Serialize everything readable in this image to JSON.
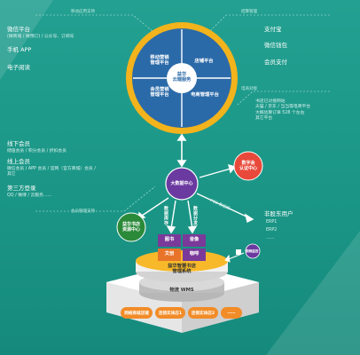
{
  "left_column": {
    "section_top_tag": "移动应用支持",
    "items": [
      {
        "title": "微信平台",
        "detail": "(微商城 / 微预订) / 公众号、订阅号"
      },
      {
        "title": "手机 APP",
        "detail": ""
      },
      {
        "title": "电子阅读",
        "detail": ""
      }
    ],
    "members": [
      {
        "title": "线下会员",
        "detail": "储值会员 / 积分会员 / 折扣会员"
      },
      {
        "title": "线上会员",
        "detail": "微信会员 / APP 会员 / 官网（官方商城）会员 / 其它"
      },
      {
        "title": "第三方登录",
        "detail": "QQ / 微博 / 云服务……"
      }
    ],
    "section_bottom_tag": "会员管理支持"
  },
  "right_column": {
    "pay_tag": "结算管理",
    "pay_items": [
      "支付宝",
      "微信钱包",
      "会员支付"
    ],
    "ecommerce_tag": "电商对接",
    "ecommerce_detail": "书店已对接网站\n天猫 / 京东 / 当当等电商平台\n大概估算订单 528 个左右\n其它平台",
    "erp_title": "非股东用户",
    "erp_items": [
      "ERP1",
      "ERP2",
      "……"
    ]
  },
  "main_circle": {
    "center": "益华\n云端服务",
    "quadrants": {
      "top_left": "移动营销\n管理平台",
      "top_right": "店铺平台",
      "bottom_left": "会员营销\n管理平台",
      "bottom_right": "电商管理平台"
    }
  },
  "hub": {
    "center": "大数据中心",
    "right_node": "数字会\n认证中心",
    "left_node": "益华书店\n资源中心",
    "flow_left": "数据库存",
    "flow_mid": "数据分发",
    "flow_right": "POS 数据库"
  },
  "platform": {
    "segments": {
      "tl": "图书",
      "tr": "音像",
      "bl": "文创",
      "br": "咖啡"
    },
    "label": "益华智慧书店\n管理系统",
    "warehouse": "物流 WMS",
    "side_chip": "视频监控",
    "pills": [
      "网络商城店铺",
      "连锁实体店1",
      "连锁实体店2",
      "……"
    ]
  },
  "colors": {
    "background": "#1f9a8c",
    "circle_ring": "#f2b31c",
    "circle_fill": "#2b6aa8",
    "hub": "#6b3aa0",
    "red_node": "#e8493a",
    "green_node": "#2a8a3a",
    "pill": "#f28c28"
  }
}
